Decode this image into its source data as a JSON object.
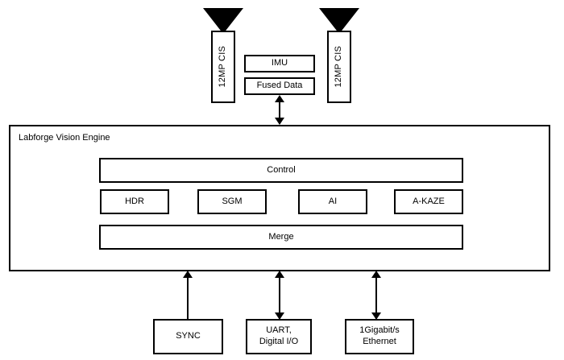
{
  "diagram": {
    "title": "Labforge Vision Engine block diagram",
    "stroke_color": "#000000",
    "background_color": "#ffffff"
  },
  "sensors": [
    {
      "label": "12MP CIS",
      "icon": "camera-lens-triangle",
      "position": "left"
    },
    {
      "label": "12MP CIS",
      "icon": "camera-lens-triangle",
      "position": "right"
    }
  ],
  "imu": {
    "label": "IMU"
  },
  "fused_data": {
    "label": "Fused Data"
  },
  "engine": {
    "title": "Labforge Vision Engine",
    "control": {
      "label": "Control"
    },
    "modules": [
      {
        "label": "HDR"
      },
      {
        "label": "SGM"
      },
      {
        "label": "AI"
      },
      {
        "label": "A-KAZE"
      }
    ],
    "merge": {
      "label": "Merge"
    }
  },
  "interfaces": [
    {
      "label": "SYNC",
      "lines": [
        "SYNC"
      ],
      "arrow": "single-up"
    },
    {
      "label": "UART, Digital I/O",
      "lines": [
        "UART,",
        "Digital I/O"
      ],
      "arrow": "double"
    },
    {
      "label": "1Gigabit/s Ethernet",
      "lines": [
        "1Gigabit/s",
        "Ethernet"
      ],
      "arrow": "double"
    }
  ],
  "connections": [
    {
      "from": "Fused Data",
      "to": "Labforge Vision Engine",
      "arrow": "double"
    },
    {
      "from": "Labforge Vision Engine",
      "to": "SYNC",
      "arrow": "single-up"
    },
    {
      "from": "Labforge Vision Engine",
      "to": "UART, Digital I/O",
      "arrow": "double"
    },
    {
      "from": "Labforge Vision Engine",
      "to": "1Gigabit/s Ethernet",
      "arrow": "double"
    }
  ]
}
